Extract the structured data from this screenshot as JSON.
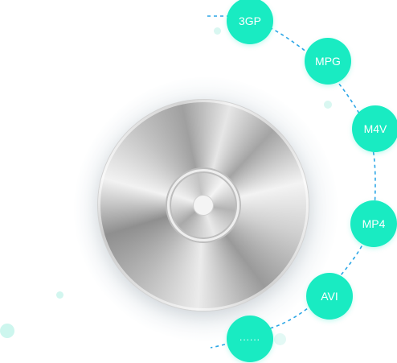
{
  "colors": {
    "accent": "#19ebc2",
    "dash_line": "#2ba6e6",
    "decor_dot": "#cdf6ee"
  },
  "disc": {
    "icon": "disc-icon"
  },
  "formats": [
    {
      "label": "3GP"
    },
    {
      "label": "MPG"
    },
    {
      "label": "M4V"
    },
    {
      "label": "MP4"
    },
    {
      "label": "AVI"
    },
    {
      "label": "......"
    }
  ]
}
